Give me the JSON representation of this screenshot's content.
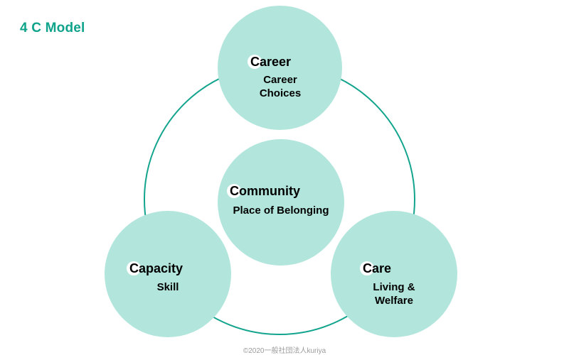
{
  "title": "4 C Model",
  "nodes": {
    "career": {
      "heading": "Career",
      "sub": [
        "Career",
        "Choices"
      ]
    },
    "community": {
      "heading": "Community",
      "sub": [
        "Place of Belonging"
      ]
    },
    "capacity": {
      "heading": "Capacity",
      "sub": [
        "Skill"
      ]
    },
    "care": {
      "heading": "Care",
      "sub": [
        "Living &",
        "Welfare"
      ]
    }
  },
  "footer": {
    "copyright": "©2020一般社団法人kuriya"
  },
  "colors": {
    "accent": "#0fa38b",
    "circle_fill": "#b2e6dd",
    "ring_stroke": "#13a48d"
  }
}
